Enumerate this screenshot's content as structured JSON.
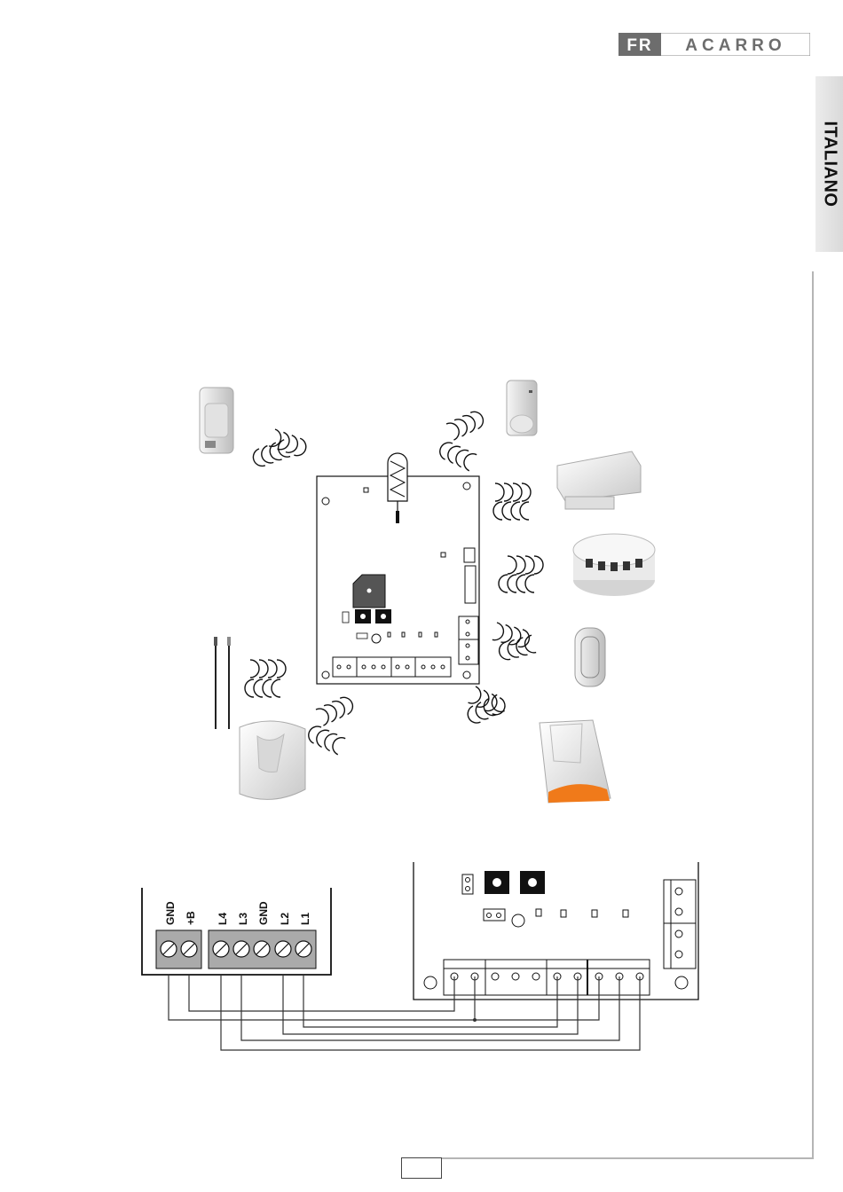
{
  "brand": {
    "logo_text": "FRACARRO",
    "logo_part_a": "FR",
    "logo_part_b": "ACARRO"
  },
  "language_tab": "ITALIANO",
  "terminals": {
    "left_block_a": [
      "GND",
      "+B"
    ],
    "left_block_b": [
      "L4",
      "L3",
      "GND",
      "L2",
      "L1"
    ]
  },
  "devices": [
    "pir-detector-icon",
    "dual-detector-icon",
    "magnetic-contact-icon",
    "smoke-detector-icon",
    "remote-control-icon",
    "wall-keypad-icon",
    "outdoor-siren-icon",
    "antenna-cable-icon"
  ],
  "colors": {
    "terminal_gray": "#aaaaaa",
    "siren_orange": "#f07a1a",
    "logo_gray": "#6d6d6d",
    "wire": "#333333"
  }
}
